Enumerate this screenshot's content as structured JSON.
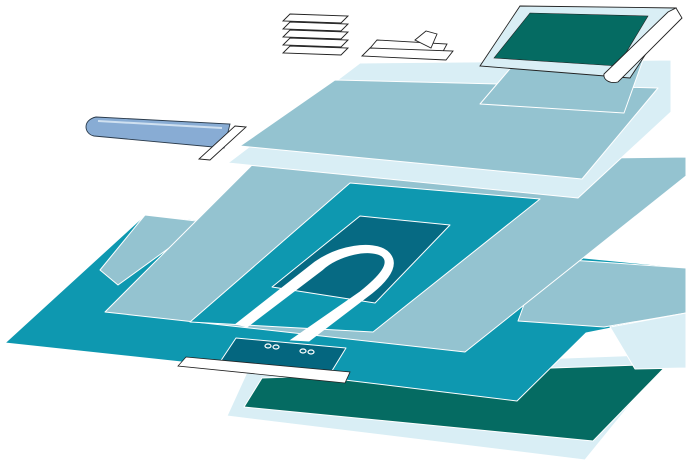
{
  "diagram": {
    "type": "exploded-layer-view",
    "palette": {
      "light_cyan": "#d9eef5",
      "pale_teal": "#94c3d0",
      "teal": "#0e98b0",
      "deep_teal": "#04667f",
      "dark_green_teal": "#056b62",
      "window_blue": "#066a83",
      "handle_blue": "#88acd4",
      "outline": "#222222"
    },
    "layers": [
      {
        "name": "top-sheet",
        "fill": "pale_teal"
      },
      {
        "name": "middle-sheet",
        "fill": "pale_teal"
      },
      {
        "name": "main-drape",
        "fill": "teal"
      },
      {
        "name": "bottom-sheet",
        "fill": "dark_green_teal"
      }
    ],
    "accessories": [
      {
        "name": "stacked-strips",
        "count": 5
      },
      {
        "name": "adhesive-tape"
      },
      {
        "name": "folded-cover"
      },
      {
        "name": "handle-cover"
      }
    ]
  }
}
